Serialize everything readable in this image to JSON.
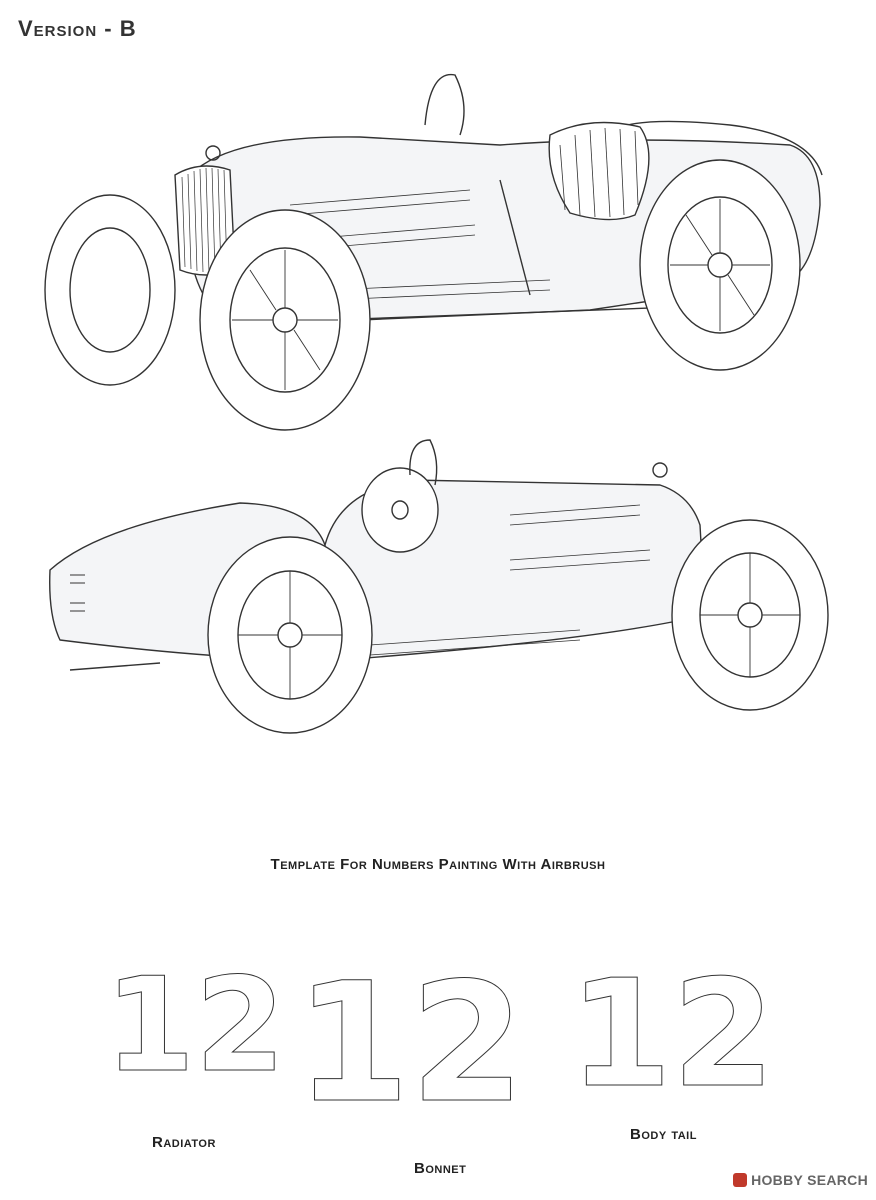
{
  "header": {
    "version": "Version - B"
  },
  "template": {
    "title": "Template For Numbers Painting With Airbrush",
    "number": "12",
    "labels": {
      "radiator": "Radiator",
      "bonnet": "Bonnet",
      "body_tail": "Body tail"
    }
  },
  "watermark": {
    "text": "HOBBY SEARCH"
  },
  "colors": {
    "line": "#333333",
    "watermark": "#666666"
  }
}
